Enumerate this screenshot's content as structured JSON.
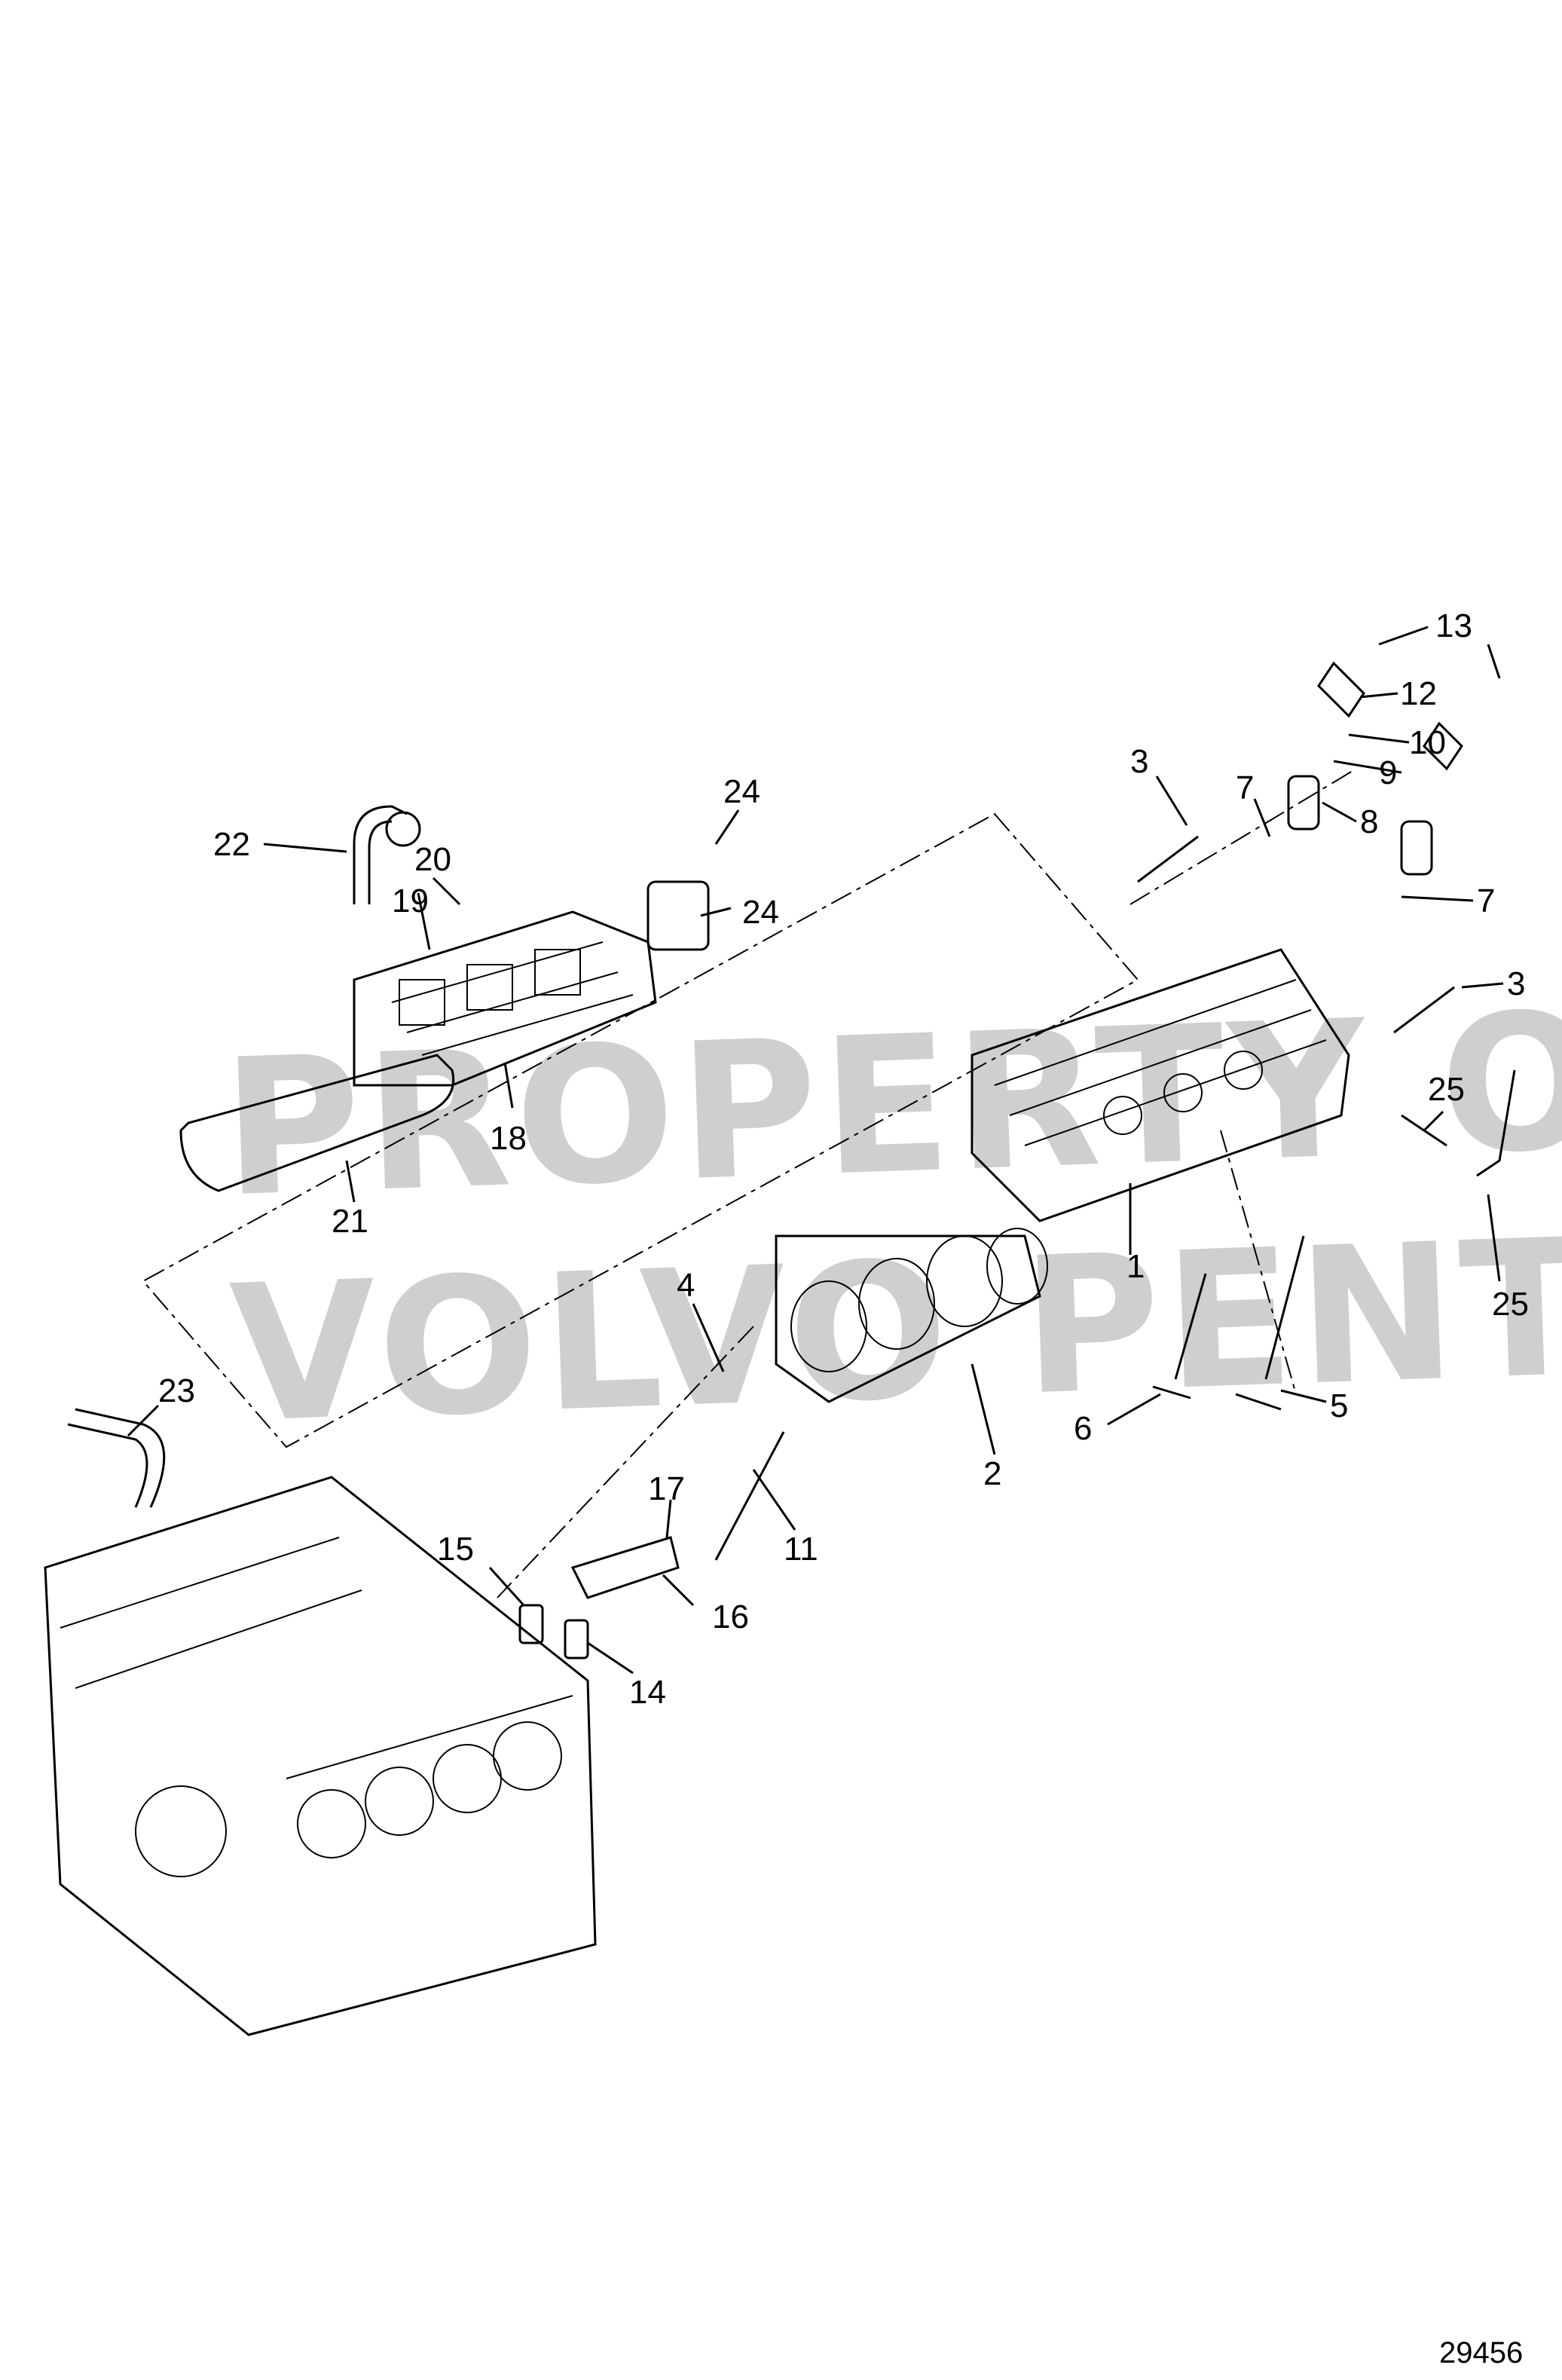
{
  "watermark": {
    "line1": "PROPERTY OF",
    "line2": "VOLVO PENTA"
  },
  "figure_number": "29456",
  "callouts": [
    "1",
    "2",
    "3",
    "3",
    "4",
    "5",
    "6",
    "7",
    "7",
    "8",
    "9",
    "10",
    "11",
    "12",
    "13",
    "14",
    "15",
    "16",
    "17",
    "18",
    "19",
    "20",
    "21",
    "22",
    "23",
    "24",
    "24",
    "25",
    "25"
  ]
}
